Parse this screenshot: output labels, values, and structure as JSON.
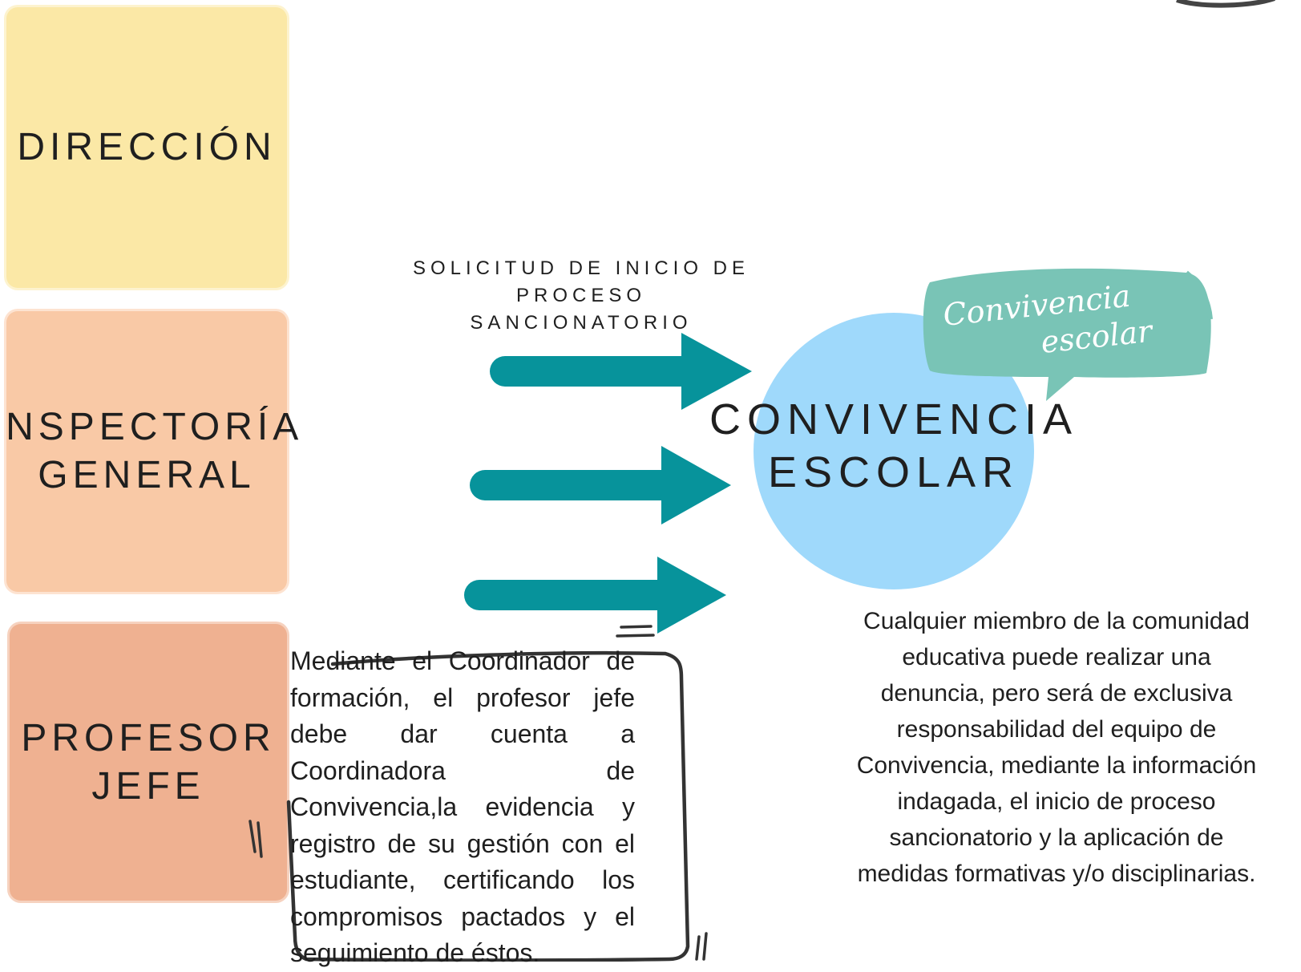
{
  "nodes": {
    "direccion": "DIRECCIÓN",
    "inspectoria": [
      "INSPECTORÍA",
      "GENERAL"
    ],
    "profesor": [
      "PROFESOR",
      "JEFE"
    ],
    "convivencia": [
      "CONVIVENCIA",
      "ESCOLAR"
    ]
  },
  "request_label": [
    "SOLICITUD DE INICIO DE",
    "PROCESO SANCIONATORIO"
  ],
  "badge_text": [
    "Convivencia",
    "escolar"
  ],
  "note_left": "Mediante el Coordinador de formación, el profesor jefe debe dar cuenta a Coordinadora de Convivencia,la evidencia y registro de su gestión con el estudiante, certificando los compromisos pactados y el seguimiento de éstos.",
  "note_right": "Cualquier miembro de la comunidad educativa puede realizar una denuncia, pero será de exclusiva responsabilidad del equipo de Convivencia, mediante la información indagada, el inicio de proceso sancionatorio y la aplicación de medidas formativas y/o disciplinarias.",
  "colors": {
    "direccion": "#fbe8a6",
    "inspectoria": "#f9c9a6",
    "profesor": "#efb191",
    "arrow": "#07939b",
    "circle": "#9fd9fb",
    "badge": "#79c4b6"
  }
}
